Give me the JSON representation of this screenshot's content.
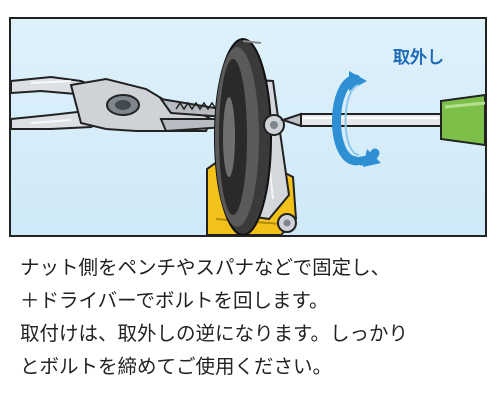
{
  "illustration": {
    "caption": "取外し",
    "colors": {
      "background": "#d7eefa",
      "arrow": "#2f8fd4",
      "caption": "#1e6bb8",
      "screwdriver_handle": "#7cc04a",
      "clamp": "#f2c21a",
      "steel": "#c9ccd1",
      "dark_wheel": "#3a3a3a"
    },
    "icons": [
      "pliers-icon",
      "pulley-wheel-icon",
      "rotation-arrow-icon",
      "screwdriver-icon"
    ]
  },
  "instructions": {
    "lines": [
      "ナット側をペンチやスパナなどで固定し、",
      "＋ドライバーでボルトを回します。",
      "取付けは、取外しの逆になります。しっかり",
      "とボルトを締めてご使用ください。"
    ]
  }
}
